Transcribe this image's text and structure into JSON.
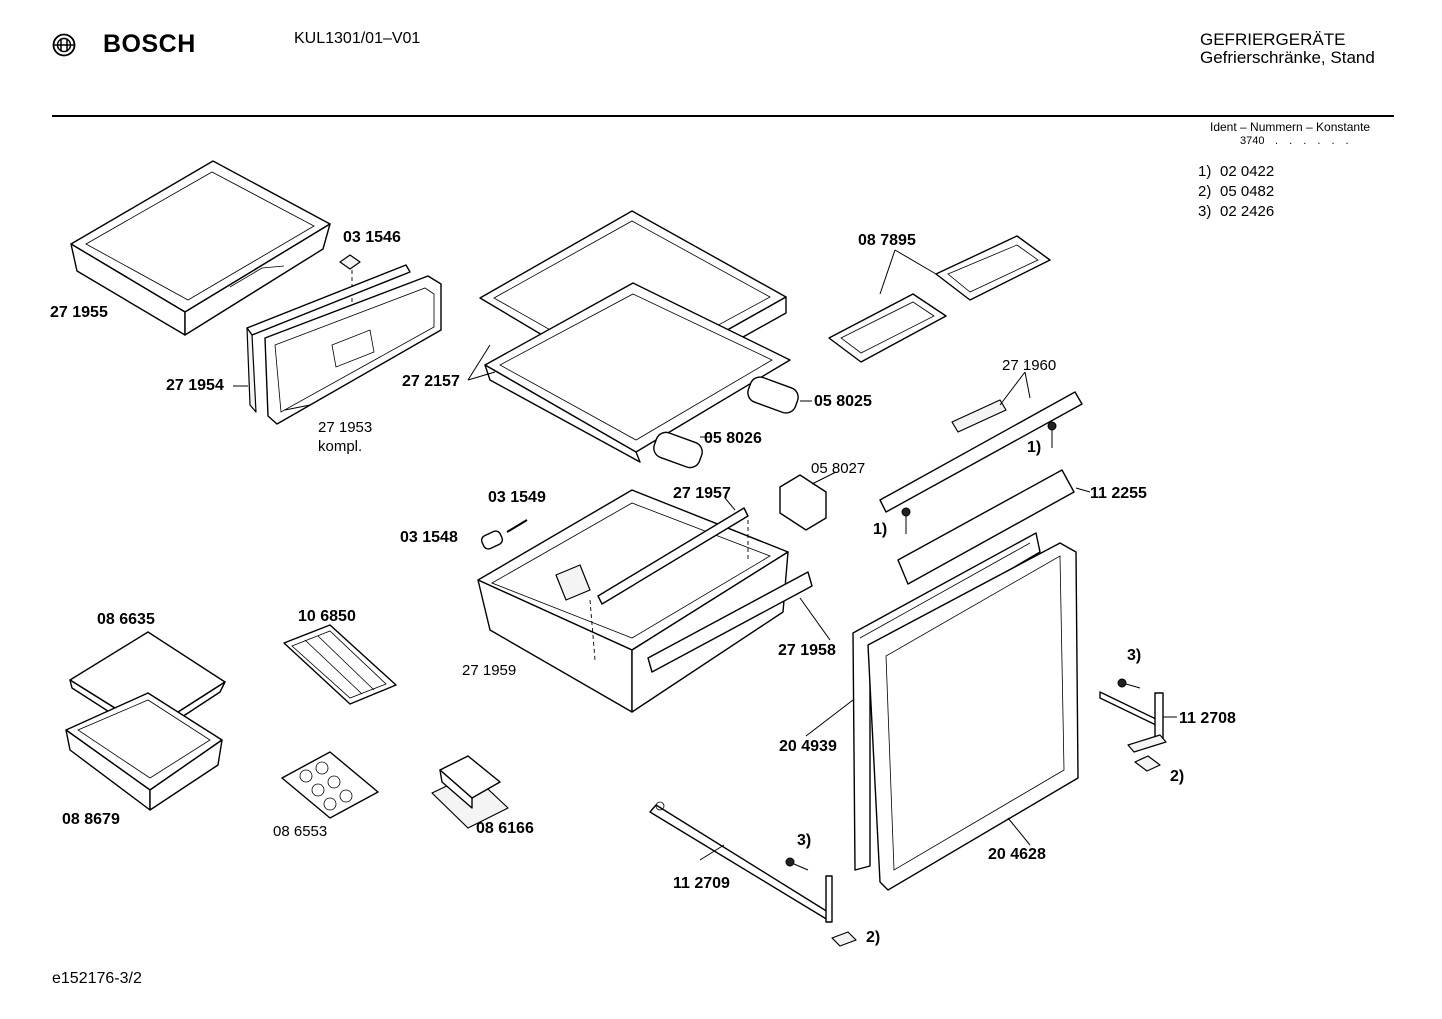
{
  "header": {
    "brand": "BOSCH",
    "model": "KUL1301/01–V01",
    "category_line1": "GEFRIERGERÄTE",
    "category_line2": "Gefrierschränke, Stand"
  },
  "ident": {
    "title": "Ident – Nummern – Konstante",
    "value": "3740",
    "dots": ". . . . . ."
  },
  "footnotes": [
    {
      "key": "1)",
      "value": "02 0422"
    },
    {
      "key": "2)",
      "value": "05 0482"
    },
    {
      "key": "3)",
      "value": "02 2426"
    }
  ],
  "parts": [
    {
      "id": "p271955",
      "number": "27 1955"
    },
    {
      "id": "p031546",
      "number": "03 1546"
    },
    {
      "id": "p271954",
      "number": "27 1954"
    },
    {
      "id": "p271953",
      "number": "27 1953"
    },
    {
      "id": "p271953k",
      "number": "kompl."
    },
    {
      "id": "p272157",
      "number": "27 2157"
    },
    {
      "id": "p087895",
      "number": "08 7895"
    },
    {
      "id": "p058025",
      "number": "05 8025"
    },
    {
      "id": "p058026",
      "number": "05 8026"
    },
    {
      "id": "p271960",
      "number": "27 1960"
    },
    {
      "id": "p058027",
      "number": "05 8027"
    },
    {
      "id": "p112255",
      "number": "11 2255"
    },
    {
      "id": "p031549",
      "number": "03 1549"
    },
    {
      "id": "p031548",
      "number": "03 1548"
    },
    {
      "id": "p271957",
      "number": "27 1957"
    },
    {
      "id": "p271958",
      "number": "27 1958"
    },
    {
      "id": "p271959",
      "number": "27 1959"
    },
    {
      "id": "p086635",
      "number": "08 6635"
    },
    {
      "id": "p106850",
      "number": "10 6850"
    },
    {
      "id": "p088679",
      "number": "08 8679"
    },
    {
      "id": "p086553",
      "number": "08 6553"
    },
    {
      "id": "p086166",
      "number": "08 6166"
    },
    {
      "id": "p204939",
      "number": "20 4939"
    },
    {
      "id": "p204628",
      "number": "20 4628"
    },
    {
      "id": "p112708",
      "number": "11 2708"
    },
    {
      "id": "p112709",
      "number": "11 2709"
    }
  ],
  "refs": {
    "r1a": "1)",
    "r1b": "1)",
    "r2a": "2)",
    "r2b": "2)",
    "r3a": "3)",
    "r3b": "3)"
  },
  "footer": "e152176-3/2"
}
